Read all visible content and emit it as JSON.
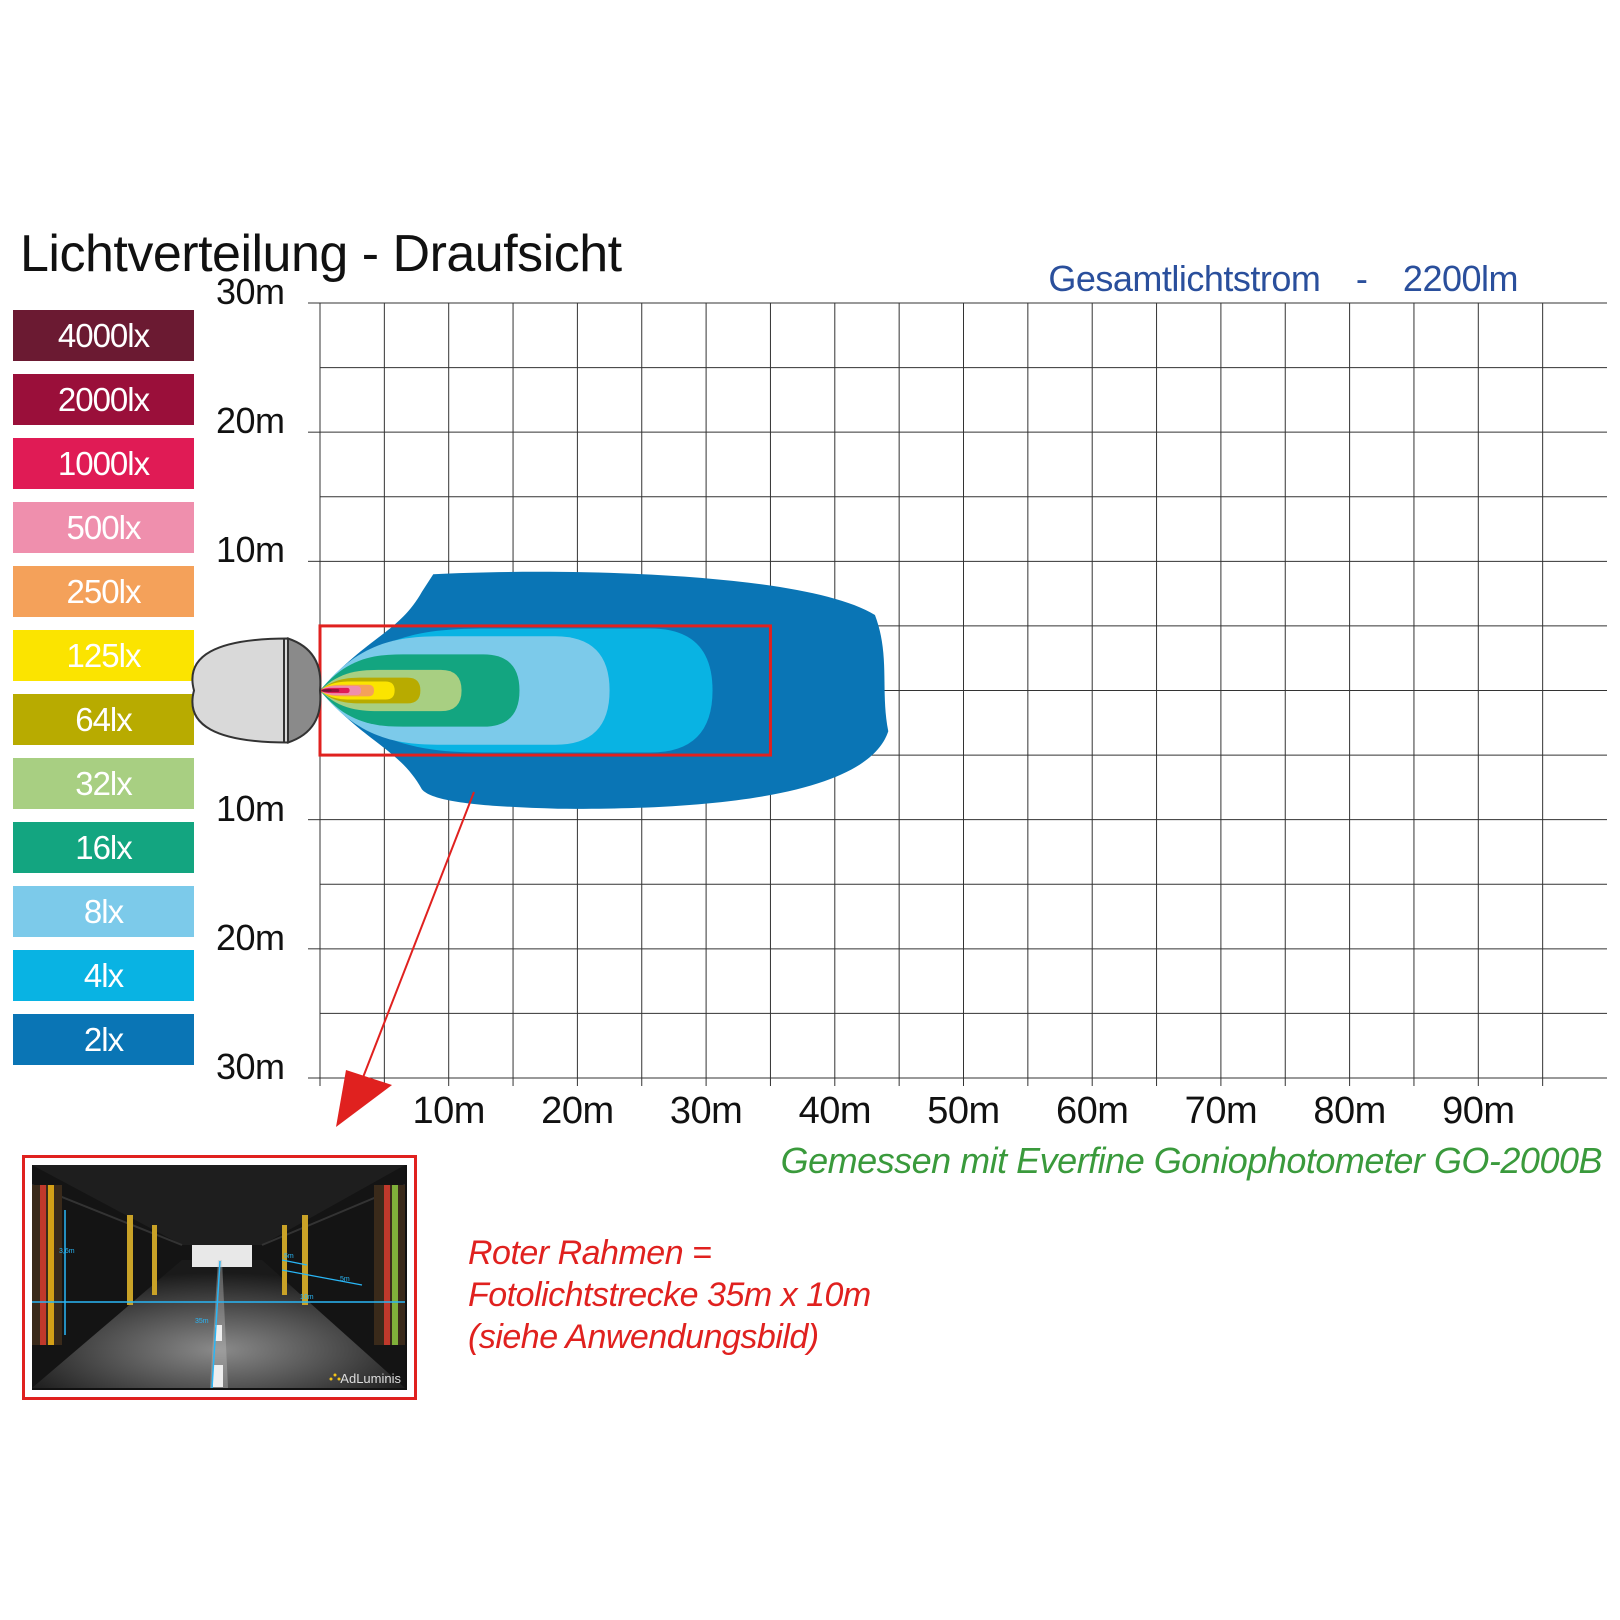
{
  "title": "Lichtverteilung - Draufsicht",
  "flux_label": "Gesamtlichtstrom",
  "flux_dash": "-",
  "flux_value": "2200lm",
  "legend": [
    {
      "label": "4000lx",
      "color": "#6b1a32"
    },
    {
      "label": "2000lx",
      "color": "#9a0f3a"
    },
    {
      "label": "1000lx",
      "color": "#e01b55"
    },
    {
      "label": "500lx",
      "color": "#ef8fad"
    },
    {
      "label": "250lx",
      "color": "#f4a15a"
    },
    {
      "label": "125lx",
      "color": "#fbe400"
    },
    {
      "label": "64lx",
      "color": "#b8ab00"
    },
    {
      "label": "32lx",
      "color": "#a8cf82"
    },
    {
      "label": "16lx",
      "color": "#13a580"
    },
    {
      "label": "8lx",
      "color": "#7ccaea"
    },
    {
      "label": "4lx",
      "color": "#09b3e3"
    },
    {
      "label": "2lx",
      "color": "#0a75b5"
    }
  ],
  "y_labels": [
    "30m",
    "20m",
    "10m",
    "10m",
    "20m",
    "30m"
  ],
  "x_labels": [
    "10m",
    "20m",
    "30m",
    "40m",
    "50m",
    "60m",
    "70m",
    "80m",
    "90m"
  ],
  "measured_note": "Gemessen mit Everfine Goniophotometer GO-2000B",
  "frame_note": [
    "Roter Rahmen =",
    "Fotolichtstrecke 35m x 10m",
    "(siehe Anwendungsbild)"
  ],
  "photo": {
    "labels": [
      "3,6m",
      "5m",
      "5m",
      "10m",
      "35m"
    ],
    "brand": "AdLuminis"
  },
  "chart_data": {
    "type": "heatmap",
    "title": "Lichtverteilung - Draufsicht",
    "x_axis": {
      "ticks": [
        10,
        20,
        30,
        40,
        50,
        60,
        70,
        80,
        90
      ],
      "unit": "m",
      "range": [
        0,
        100
      ]
    },
    "y_axis": {
      "ticks": [
        30,
        20,
        10,
        10,
        20,
        30
      ],
      "unit": "m",
      "range": [
        -30,
        30
      ]
    },
    "grid": true,
    "isolux_contours": [
      {
        "lux": 2,
        "reach_m": 44,
        "half_width_m": 9
      },
      {
        "lux": 4,
        "reach_m": 30.5,
        "half_width_m": 4.8
      },
      {
        "lux": 8,
        "reach_m": 22.5,
        "half_width_m": 4.2
      },
      {
        "lux": 16,
        "reach_m": 15.5,
        "half_width_m": 2.8
      },
      {
        "lux": 32,
        "reach_m": 11,
        "half_width_m": 1.6
      },
      {
        "lux": 64,
        "reach_m": 7.8,
        "half_width_m": 1.0
      },
      {
        "lux": 125,
        "reach_m": 5.8,
        "half_width_m": 0.7
      },
      {
        "lux": 250,
        "reach_m": 4.2,
        "half_width_m": 0.45
      },
      {
        "lux": 500,
        "reach_m": 3.2,
        "half_width_m": 0.35
      },
      {
        "lux": 1000,
        "reach_m": 2.3,
        "half_width_m": 0.2
      },
      {
        "lux": 2000,
        "reach_m": 1.5,
        "half_width_m": 0.12
      },
      {
        "lux": 4000,
        "reach_m": 0.9,
        "half_width_m": 0.07
      }
    ],
    "photo_frame_m": {
      "length": 35,
      "width": 10
    }
  }
}
